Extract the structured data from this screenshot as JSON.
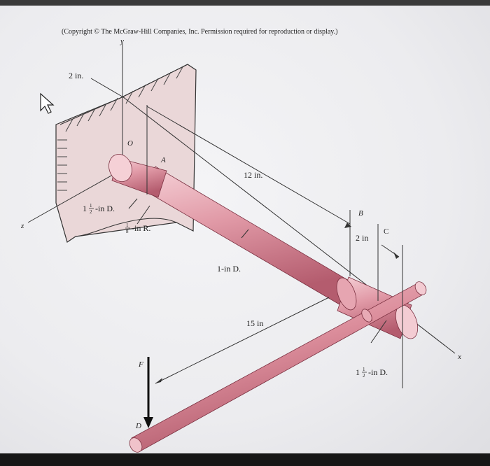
{
  "figure": {
    "copyright": "(Copyright © The McGraw-Hill Companies, Inc. Permission required for reproduction or display.)",
    "axes": {
      "y": "y",
      "z": "z",
      "x": "x"
    },
    "points": {
      "O": "O",
      "A": "A",
      "B": "B",
      "C": "C",
      "D": "D",
      "F": "F"
    },
    "dimensions": {
      "offset": "2 in.",
      "length_OB": "12 in.",
      "length_BC": "2 in",
      "arm_length": "15 in",
      "shaft_main_diameter": "1-in D.",
      "fillet_radius_whole": "",
      "fillet_num": "1",
      "fillet_den": "8",
      "fillet_unit": "-in R.",
      "large_diam_whole": "1",
      "large_diam_num": "1",
      "large_diam_den": "2",
      "large_diam_unit": "-in D.",
      "end_diam_whole": "1",
      "end_diam_num": "1",
      "end_diam_den": "2",
      "end_diam_unit": "-in D."
    }
  },
  "colors": {
    "shaft_light": "#f2c4cc",
    "shaft_mid": "#dc8a99",
    "shaft_dark": "#a94f62",
    "wall": "#e9d6d6"
  }
}
